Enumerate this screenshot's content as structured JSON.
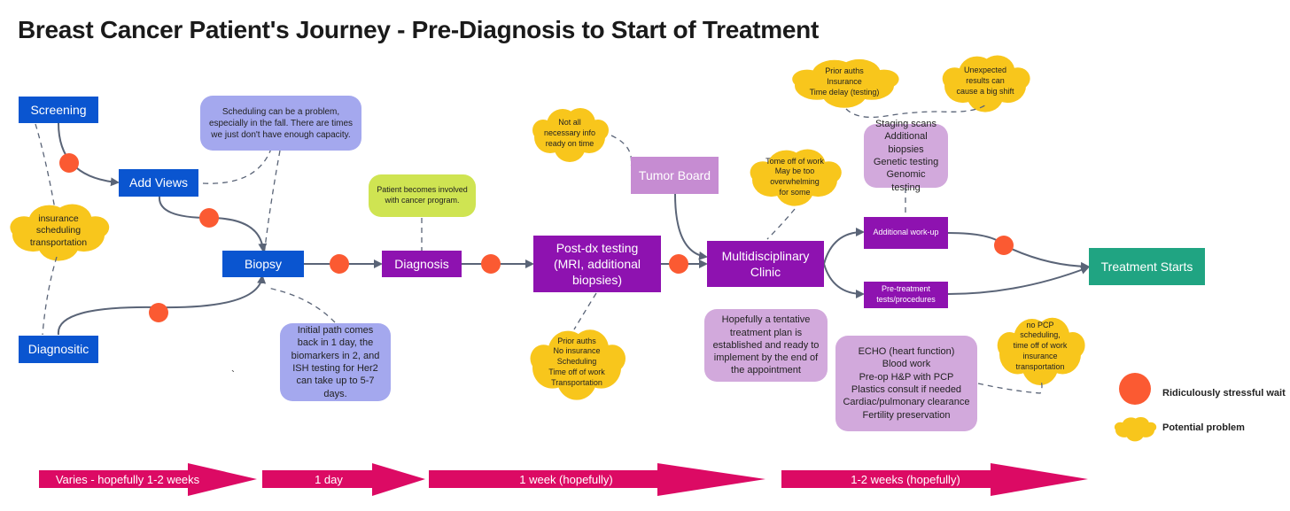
{
  "title": "Breast Cancer Patient's Journey - Pre-Diagnosis to Start of Treatment",
  "colors": {
    "step_blue": "#0a55d0",
    "step_purple": "#8e12b0",
    "treatment_green": "#20a482",
    "stress_dot": "#fb5a32",
    "problem_cloud": "#f8c61c",
    "timeline_arrow": "#dc0a64"
  },
  "steps": {
    "screening": "Screening",
    "add_views": "Add Views",
    "biopsy": "Biopsy",
    "diagnositic": "Diagnositic",
    "diagnosis": "Diagnosis",
    "post_dx_testing": "Post-dx testing\n(MRI, additional\nbiopsies)",
    "tumor_board": "Tumor Board",
    "multidisciplinary_clinic": "Multidisciplinary\nClinic",
    "additional_workup": "Additional work-up",
    "pretreatment": "Pre-treatment\ntests/procedures",
    "treatment_starts": "Treatment Starts"
  },
  "notes": {
    "scheduling": "Scheduling can be a problem, especially in the fall. There are times we just don't have enough capacity.",
    "initial_path": "Initial path comes back in 1 day, the biomarkers in 2, and ISH testing for Her2 can take up to 5-7 days.",
    "patient_involved": "Patient becomes involved\nwith cancer program.",
    "treatment_plan": "Hopefully a tentative treatment plan is established and ready to implement by the end of the appointment",
    "staging": "Staging scans\nAdditional biopsies\nGenetic testing\nGenomic testing",
    "echo": "ECHO (heart function)\nBlood work\nPre-op H&P with PCP\nPlastics consult if needed\nCardiac/pulmonary clearance\nFertility preservation"
  },
  "clouds": {
    "insurance": "insurance\nscheduling\ntransportation",
    "not_all_info": "Not all\nnecessary info\nready on time",
    "prior_auths_post_dx": "Prior auths\nNo insurance\nScheduling\nTime off of work\nTransportation",
    "tome_off_work": "Tome off of work\nMay be too\noverwhelming\nfor some",
    "prior_auths_staging": "Prior auths\nInsurance\nTime delay (testing)",
    "unexpected": "Unexpected\nresults can\ncause a big shift",
    "no_pcp": "no PCP\nscheduling,\ntime off of work\ninsurance\ntransportation"
  },
  "legend": {
    "stressful_wait": "Ridiculously stressful wait",
    "potential_problem": "Potential problem"
  },
  "timeline": {
    "varies": "Varies - hopefully 1-2 weeks",
    "one_day": "1 day",
    "one_week": "1 week (hopefully)",
    "one_two_weeks": "1-2 weeks (hopefully)"
  },
  "stray_mark": "`"
}
